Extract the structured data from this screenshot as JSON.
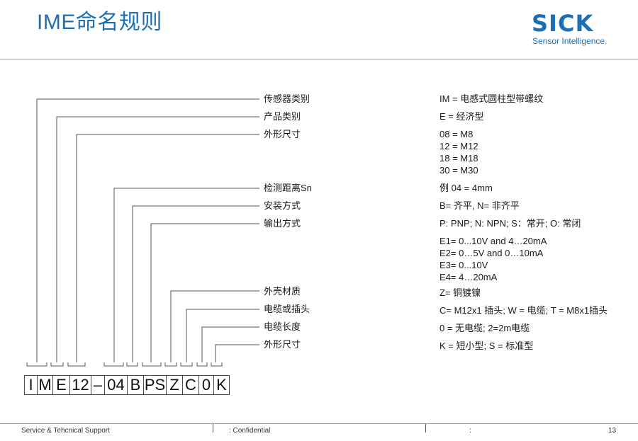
{
  "title": "IME命名规则",
  "logo": {
    "word": "SICK",
    "tagline": "Sensor Intelligence."
  },
  "labels": [
    "传感器类别",
    "产品类别",
    "外形尺寸",
    "检测距离Sn",
    "安装方式",
    "输出方式",
    "外壳材质",
    "电缆或插头",
    "电缆长度",
    "外形尺寸"
  ],
  "values": [
    "IM = 电感式圆柱型带螺纹",
    "E = 经济型",
    "08 = M8",
    "12 = M12",
    "18 = M18",
    "30 = M30",
    "例 04 = 4mm",
    "B= 齐平, N= 非齐平",
    "P: PNP; N: NPN; S：常开; O: 常闭",
    "E1= 0...10V and 4…20mA",
    "E2= 0…5V  and 0…10mA",
    "E3= 0...10V",
    "E4= 4…20mA",
    "Z= 铜镀镍",
    "C= M12x1 插头; W = 电缆; T =  M8x1插头",
    "0 = 无电缆; 2=2m电缆",
    "K = 短小型;  S = 标准型"
  ],
  "code": [
    "I",
    "M",
    "E",
    "12",
    "–",
    "04",
    "B",
    "PS",
    "Z",
    "C",
    "0",
    "K"
  ],
  "footer": {
    "left": "Service & Tehcnical Support",
    "middle": ": Confidential",
    "right_sep": ":",
    "page": "13"
  }
}
